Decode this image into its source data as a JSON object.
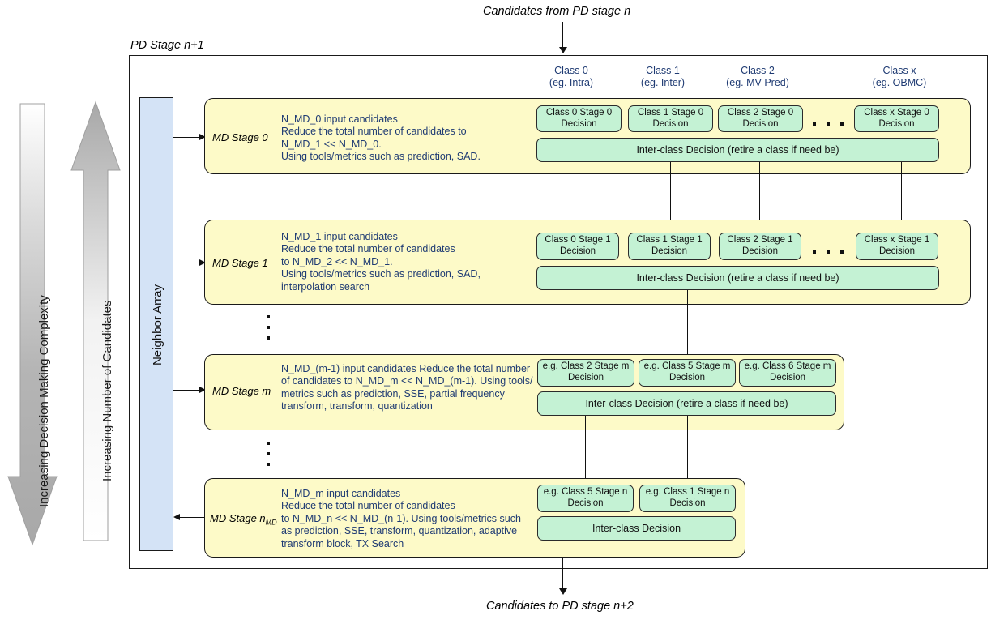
{
  "top_caption": "Candidates from PD stage n",
  "bottom_caption": "Candidates to PD stage n+2",
  "pd_frame_label": "PD Stage n+1",
  "colors": {
    "stage_fill": "#FDFAC8",
    "decision_fill": "#C4F2D4",
    "neighbor_fill": "#D4E3F6",
    "desc_text": "#1F3B73",
    "border": "#1A1A1A"
  },
  "axis_arrows": [
    {
      "name": "complexity",
      "label": "Increasing Decision Making Complexity",
      "direction": "down"
    },
    {
      "name": "candidates",
      "label": "Increasing Number of Candidates",
      "direction": "up"
    }
  ],
  "neighbor_array": {
    "label": "Neighbor Array"
  },
  "class_headers": [
    {
      "title": "Class 0",
      "example": "(eg. Intra)"
    },
    {
      "title": "Class 1",
      "example": "(eg. Inter)"
    },
    {
      "title": "Class 2",
      "example": "(eg. MV Pred)"
    },
    {
      "title": "Class x",
      "example": "(eg. OBMC)"
    }
  ],
  "stages": [
    {
      "name": "MD Stage 0",
      "name_sub": "",
      "description": "N_MD_0 input candidates\nReduce the total number of candidates to\nN_MD_1 << N_MD_0.\nUsing tools/metrics such as prediction, SAD.",
      "decisions": [
        "Class 0 Stage 0\nDecision",
        "Class 1 Stage 0\nDecision",
        "Class 2 Stage 0\nDecision",
        "Class x Stage 0\nDecision"
      ],
      "has_ellipsis": true,
      "inter_class": "Inter-class Decision (retire a class if need be)"
    },
    {
      "name": "MD Stage 1",
      "name_sub": "",
      "description": "N_MD_1 input candidates\nReduce the total number of candidates\nto N_MD_2 << N_MD_1.\nUsing tools/metrics such as prediction, SAD,\ninterpolation search",
      "decisions": [
        "Class 0 Stage 1\nDecision",
        "Class 1 Stage 1\nDecision",
        "Class 2 Stage 1\nDecision",
        "Class x Stage 1\nDecision"
      ],
      "has_ellipsis": true,
      "inter_class": "Inter-class Decision (retire a class if need be)"
    },
    {
      "name": "MD Stage m",
      "name_sub": "",
      "description": "N_MD_(m-1) input candidates Reduce the total number\nof candidates to N_MD_m << N_MD_(m-1). Using tools/\nmetrics such as prediction, SSE, partial frequency\ntransform, transform, quantization",
      "decisions": [
        "e.g. Class 2 Stage m\nDecision",
        "e.g. Class 5 Stage m\nDecision",
        "e.g. Class 6 Stage m\nDecision"
      ],
      "has_ellipsis": false,
      "inter_class": "Inter-class Decision (retire a class if need be)"
    },
    {
      "name": "MD Stage n",
      "name_sub": "MD",
      "description": "N_MD_m input candidates\nReduce the total number of candidates\nto N_MD_n << N_MD_(n-1). Using tools/metrics such\nas prediction, SSE, transform, quantization, adaptive\ntransform block, TX Search",
      "decisions": [
        "e.g. Class 5 Stage n\nDecision",
        "e.g. Class 1 Stage n\nDecision"
      ],
      "has_ellipsis": false,
      "inter_class": "Inter-class Decision"
    }
  ],
  "vertical_ellipses": 2
}
